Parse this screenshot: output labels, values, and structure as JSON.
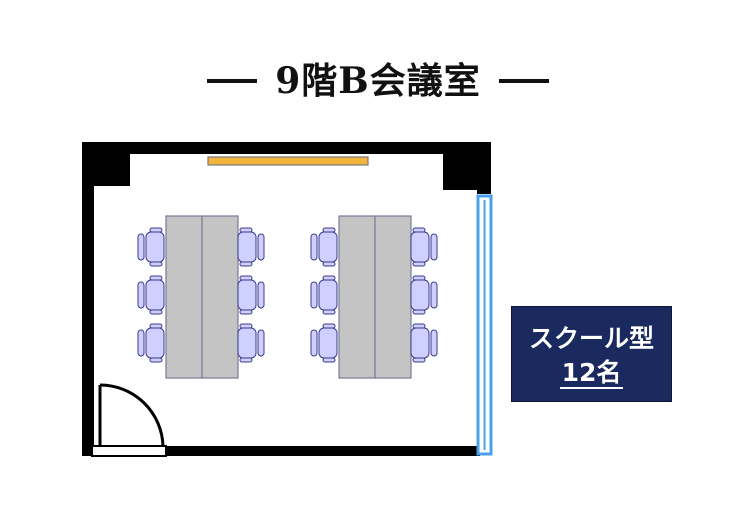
{
  "title": "9階B会議室",
  "info": {
    "layout_type": "スクール型",
    "capacity": "12名"
  },
  "colors": {
    "wall": "#000000",
    "window": "#4aa0ee",
    "whiteboard": "#f1b43c",
    "table": "#c4c4c4",
    "chair": "#cfd0ff",
    "chair_outline": "#3a3a8c",
    "info_box": "#1b2a5e"
  },
  "icons": [
    "door-icon",
    "chair-icon",
    "whiteboard-icon",
    "window-icon"
  ]
}
